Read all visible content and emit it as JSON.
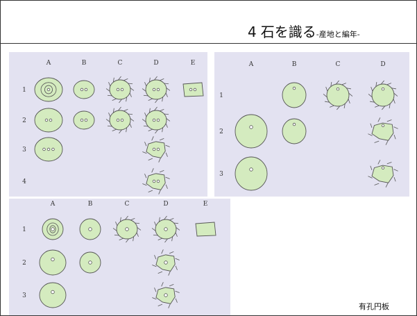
{
  "title": {
    "number": "4",
    "main": "石を識る",
    "sub": "-産地と編年-"
  },
  "caption": "有孔円板",
  "panels": [
    {
      "columns": [
        "A",
        "B",
        "C",
        "D",
        "E"
      ],
      "rows": [
        "1",
        "2",
        "3",
        "4"
      ],
      "items": [
        {
          "c": 0,
          "r": 0,
          "type": "oval",
          "holes": 1,
          "rings": true
        },
        {
          "c": 1,
          "r": 0,
          "type": "circle",
          "holes": 2
        },
        {
          "c": 2,
          "r": 0,
          "type": "spiky",
          "holes": 2
        },
        {
          "c": 3,
          "r": 0,
          "type": "spiky",
          "holes": 2
        },
        {
          "c": 4,
          "r": 0,
          "type": "quad",
          "holes": 2
        },
        {
          "c": 0,
          "r": 1,
          "type": "oval",
          "holes": 2
        },
        {
          "c": 1,
          "r": 1,
          "type": "circle",
          "holes": 2
        },
        {
          "c": 2,
          "r": 1,
          "type": "spiky",
          "holes": 2
        },
        {
          "c": 3,
          "r": 1,
          "type": "spiky",
          "holes": 2
        },
        {
          "c": 0,
          "r": 2,
          "type": "oval",
          "holes": 3
        },
        {
          "c": 3,
          "r": 2,
          "type": "spikyPoly",
          "holes": 2
        },
        {
          "c": 3,
          "r": 3,
          "type": "spikyPoly",
          "holes": 2
        }
      ]
    },
    {
      "columns": [
        "A",
        "B",
        "C",
        "D"
      ],
      "rows": [
        "1",
        "2",
        "3"
      ],
      "items": [
        {
          "c": 1,
          "r": 0,
          "type": "circle",
          "holes": 1
        },
        {
          "c": 2,
          "r": 0,
          "type": "spiky",
          "holes": 1
        },
        {
          "c": 3,
          "r": 0,
          "type": "spiky",
          "holes": 1
        },
        {
          "c": 0,
          "r": 1,
          "type": "bigcircle",
          "holes": 1
        },
        {
          "c": 1,
          "r": 1,
          "type": "circle",
          "holes": 1
        },
        {
          "c": 3,
          "r": 1,
          "type": "spikyPoly",
          "holes": 1
        },
        {
          "c": 0,
          "r": 2,
          "type": "bigcircle",
          "holes": 1
        },
        {
          "c": 3,
          "r": 2,
          "type": "spikyPoly",
          "holes": 1
        }
      ]
    },
    {
      "columns": [
        "A",
        "B",
        "C",
        "D",
        "E"
      ],
      "rows": [
        "1",
        "2",
        "3"
      ],
      "items": [
        {
          "c": 0,
          "r": 0,
          "type": "circle",
          "holes": 1,
          "rings": true
        },
        {
          "c": 1,
          "r": 0,
          "type": "circle",
          "holes": 1
        },
        {
          "c": 2,
          "r": 0,
          "type": "spiky",
          "holes": 1
        },
        {
          "c": 3,
          "r": 0,
          "type": "spiky",
          "holes": 1
        },
        {
          "c": 4,
          "r": 0,
          "type": "quad",
          "holes": 0
        },
        {
          "c": 0,
          "r": 1,
          "type": "bigcircle",
          "holes": 1
        },
        {
          "c": 1,
          "r": 1,
          "type": "circle",
          "holes": 1
        },
        {
          "c": 3,
          "r": 1,
          "type": "spikyPoly",
          "holes": 1
        },
        {
          "c": 0,
          "r": 2,
          "type": "bigcircle",
          "holes": 1
        },
        {
          "c": 3,
          "r": 2,
          "type": "spikyPoly",
          "holes": 1
        }
      ]
    }
  ]
}
